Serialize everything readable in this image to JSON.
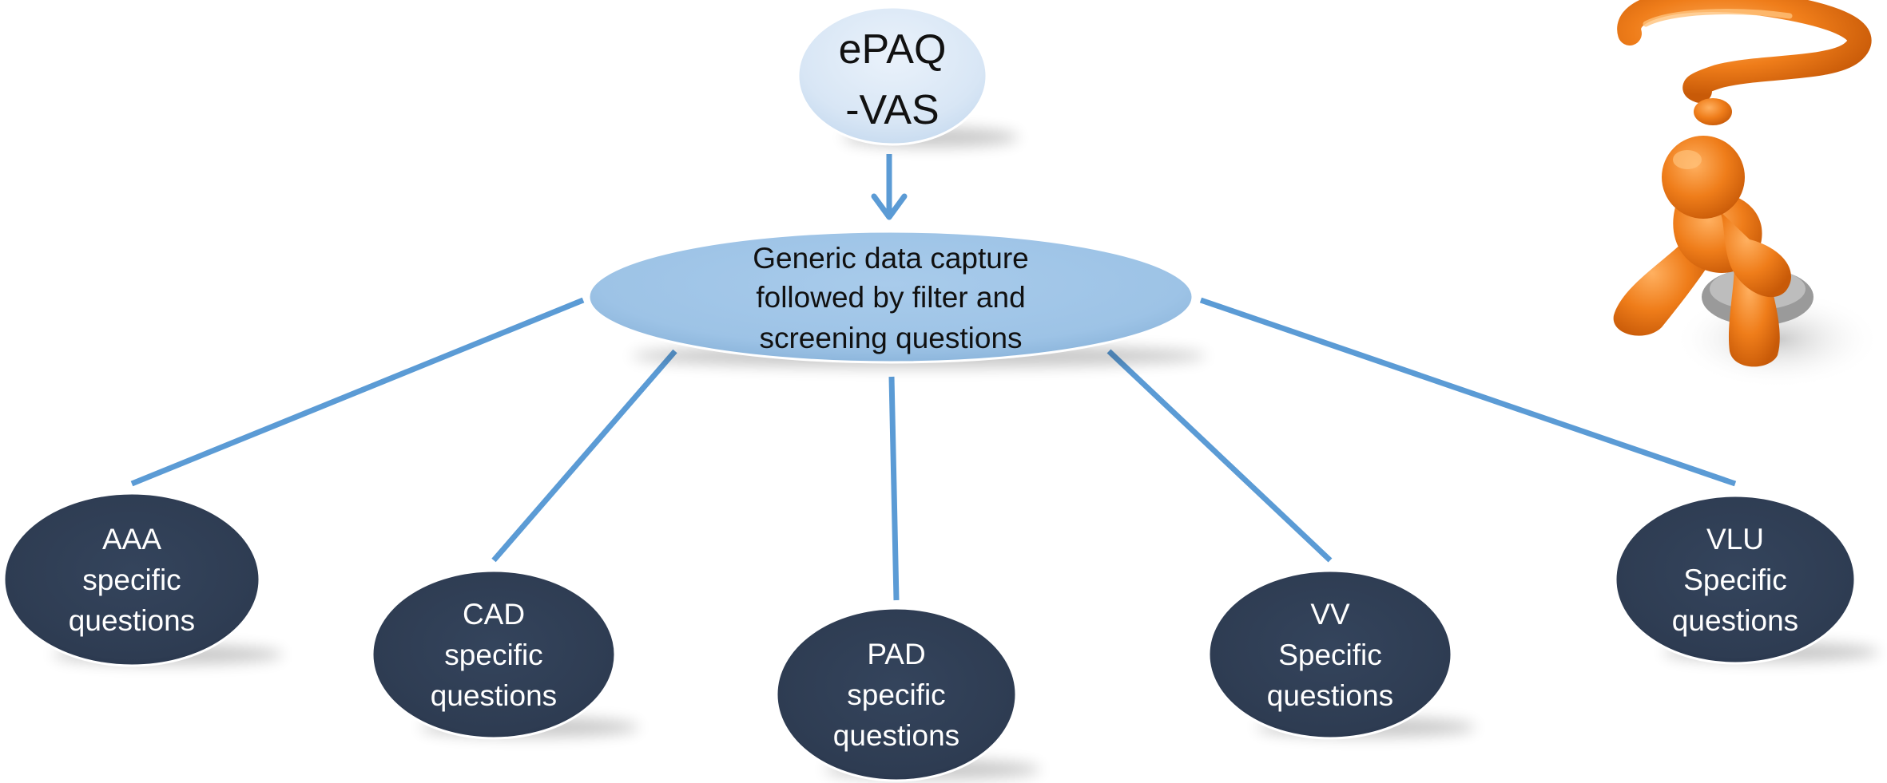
{
  "colors": {
    "connector": "#5b9bd5",
    "top_node_fill": "#dbe8f6",
    "center_node_fill": "#9dc3e6",
    "leaf_node_fill": "#2e3c52",
    "leaf_text": "#ffffff",
    "dark_text": "#111111",
    "figure_orange": "#e86f10"
  },
  "top_node": {
    "lines": [
      "ePAQ",
      "-VAS"
    ]
  },
  "center_node": {
    "lines": [
      "Generic data capture",
      "followed by filter and",
      "screening questions"
    ]
  },
  "leaf_nodes": [
    {
      "lines": [
        "AAA",
        "specific",
        "questions"
      ]
    },
    {
      "lines": [
        "CAD",
        "specific",
        "questions"
      ]
    },
    {
      "lines": [
        "PAD",
        "specific",
        "questions"
      ]
    },
    {
      "lines": [
        "VV",
        "Specific",
        "questions"
      ]
    },
    {
      "lines": [
        "VLU",
        "Specific",
        "questions"
      ]
    }
  ],
  "illustration": {
    "icon": "thinking-person-question-mark-icon"
  }
}
